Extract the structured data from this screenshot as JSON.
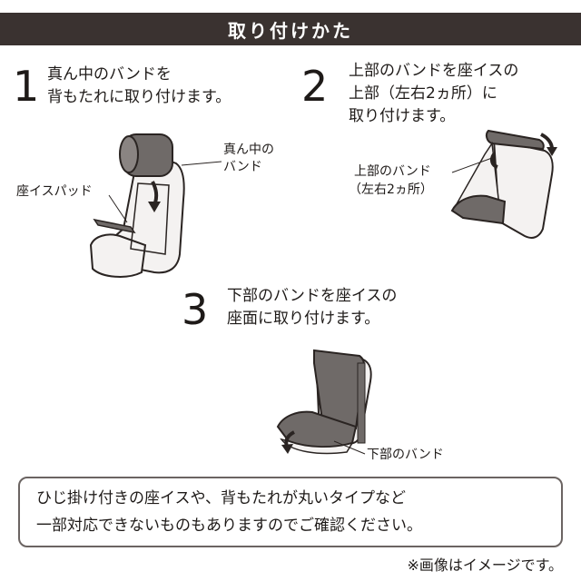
{
  "header": {
    "title": "取り付けかた"
  },
  "steps": [
    {
      "number": "1",
      "lines": [
        "真ん中のバンドを",
        "背もたれに取り付けます。"
      ]
    },
    {
      "number": "2",
      "lines": [
        "上部のバンドを座イスの",
        "上部（左右2ヵ所）に",
        "取り付けます。"
      ]
    },
    {
      "number": "3",
      "lines": [
        "下部のバンドを座イスの",
        "座面に取り付けます。"
      ]
    }
  ],
  "labels": {
    "middle_band_1": "真ん中の",
    "middle_band_2": "バンド",
    "seat_pad": "座イスパッド",
    "upper_band_1": "上部のバンド",
    "upper_band_2": "（左右2ヵ所）",
    "lower_band": "下部のバンド"
  },
  "notice": {
    "line1": "ひじ掛け付きの座イスや、背もたれが丸いタイプなど",
    "line2": "一部対応できないものもありますのでご確認ください。"
  },
  "footnote": "※画像はイメージです。",
  "colors": {
    "header_bg": "#3a3230",
    "pad_fill": "#6f6a68",
    "chair_fill": "#f4f2f1",
    "outline": "#2a2422"
  }
}
